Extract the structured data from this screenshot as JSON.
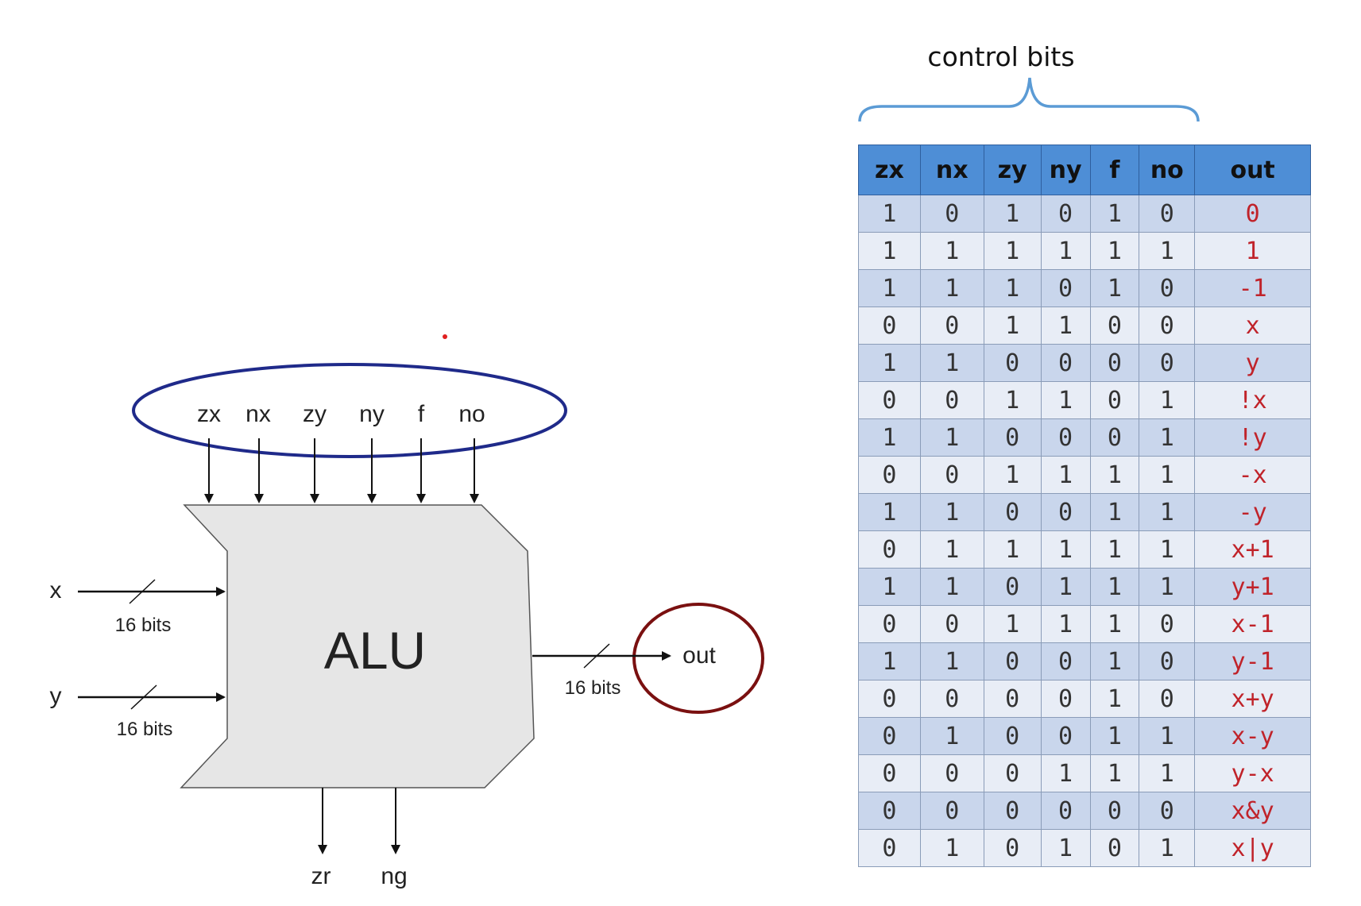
{
  "diagram": {
    "chip_label": "ALU",
    "inputs": [
      {
        "name": "x",
        "width_label": "16 bits"
      },
      {
        "name": "y",
        "width_label": "16 bits"
      }
    ],
    "control_inputs": [
      "zx",
      "nx",
      "zy",
      "ny",
      "f",
      "no"
    ],
    "output": {
      "name": "out",
      "width_label": "16 bits"
    },
    "status_outputs": [
      "zr",
      "ng"
    ],
    "colors": {
      "chip_fill": "#e6e6e6",
      "control_ellipse": "#1f2a8a",
      "output_circle": "#7a1010"
    }
  },
  "table": {
    "title": "control bits",
    "headers": [
      "zx",
      "nx",
      "zy",
      "ny",
      "f",
      "no",
      "out"
    ],
    "rows": [
      [
        "1",
        "0",
        "1",
        "0",
        "1",
        "0",
        "0"
      ],
      [
        "1",
        "1",
        "1",
        "1",
        "1",
        "1",
        "1"
      ],
      [
        "1",
        "1",
        "1",
        "0",
        "1",
        "0",
        "-1"
      ],
      [
        "0",
        "0",
        "1",
        "1",
        "0",
        "0",
        "x"
      ],
      [
        "1",
        "1",
        "0",
        "0",
        "0",
        "0",
        "y"
      ],
      [
        "0",
        "0",
        "1",
        "1",
        "0",
        "1",
        "!x"
      ],
      [
        "1",
        "1",
        "0",
        "0",
        "0",
        "1",
        "!y"
      ],
      [
        "0",
        "0",
        "1",
        "1",
        "1",
        "1",
        "-x"
      ],
      [
        "1",
        "1",
        "0",
        "0",
        "1",
        "1",
        "-y"
      ],
      [
        "0",
        "1",
        "1",
        "1",
        "1",
        "1",
        "x+1"
      ],
      [
        "1",
        "1",
        "0",
        "1",
        "1",
        "1",
        "y+1"
      ],
      [
        "0",
        "0",
        "1",
        "1",
        "1",
        "0",
        "x-1"
      ],
      [
        "1",
        "1",
        "0",
        "0",
        "1",
        "0",
        "y-1"
      ],
      [
        "0",
        "0",
        "0",
        "0",
        "1",
        "0",
        "x+y"
      ],
      [
        "0",
        "1",
        "0",
        "0",
        "1",
        "1",
        "x-y"
      ],
      [
        "0",
        "0",
        "0",
        "1",
        "1",
        "1",
        "y-x"
      ],
      [
        "0",
        "0",
        "0",
        "0",
        "0",
        "0",
        "x&y"
      ],
      [
        "0",
        "1",
        "0",
        "1",
        "0",
        "1",
        "x|y"
      ]
    ],
    "colors": {
      "header_bg": "#4e8ed6",
      "row_dark": "#c9d6ec",
      "row_light": "#e8edf6",
      "out_text": "#c0232a",
      "brace": "#5b9bd5"
    }
  }
}
